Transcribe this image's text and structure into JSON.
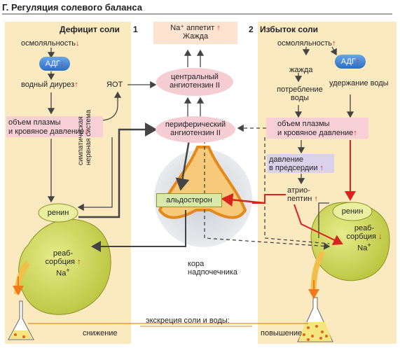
{
  "title": "Г. Регуляция солевого баланса",
  "left": {
    "heading": "Дефицит соли",
    "number": "1",
    "osm": "осмоляльность",
    "adg": "АДГ",
    "diuresis": "водный диурез",
    "yaot": "ЯОТ",
    "plasma1": "объем плазмы",
    "plasma2": "и кровяное давление",
    "symp1": "симпатическая",
    "symp2": "нервная система",
    "renin": "ренин",
    "reab1": "реаб-",
    "reab2": "сорбция",
    "na": "Na",
    "bottom": "снижение"
  },
  "center": {
    "top1": "Na⁺ аппетит",
    "top2": "Жажда",
    "central1": "центральный",
    "central2": "ангиотензин II",
    "periph1": "периферический",
    "periph2": "ангиотензин II",
    "aldo": "альдостерон",
    "cortex1": "кора",
    "cortex2": "надпочечника",
    "excretion": "экскреция соли и воды:"
  },
  "right": {
    "heading": "Избыток соли",
    "number": "2",
    "osm": "осмоляльность",
    "adg": "АДГ",
    "thirst": "жажда",
    "retention": "удержание воды",
    "intake1": "потребление",
    "intake2": "воды",
    "plasma1": "объем плазмы",
    "plasma2": "и кровяное давление",
    "atrial1": "давление",
    "atrial2": "в предсердии",
    "atrio1": "атрио-",
    "atrio2": "пептин",
    "renin": "ренин",
    "reab1": "реаб-",
    "reab2": "сорбция",
    "na": "Na",
    "bottom": "повышение"
  }
}
